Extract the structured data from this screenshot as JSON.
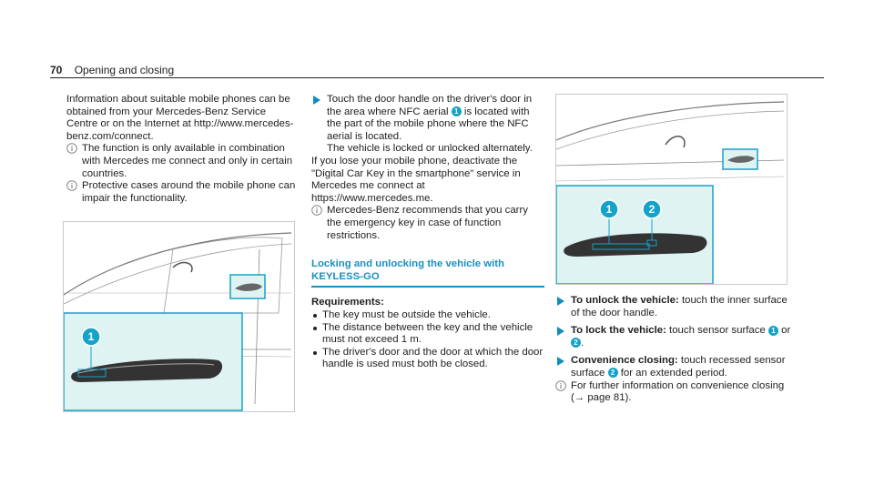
{
  "header": {
    "page_number": "70",
    "section_title": "Opening and closing"
  },
  "col1": {
    "intro": "Information about suitable mobile phones can be obtained from your Mercedes-Benz Service Centre or on the Internet at http://www.mercedes-benz.com/connect.",
    "note1": "The function is only available in combination with Mercedes me connect and only in certain countries.",
    "note2": "Protective cases around the mobile phone can impair the functionality."
  },
  "col2": {
    "step1_a": "Touch the door handle on the driver's door in the area where NFC aerial ",
    "step1_num": "1",
    "step1_b": " is located with the part of the mobile phone where the NFC aerial is located.",
    "step1_c": "The vehicle is locked or unlocked alternately.",
    "para": "If you lose your mobile phone, deactivate the \"Digital Car Key in the smartphone\" service in Mercedes me connect at https://www.mercedes.me.",
    "note": "Mercedes-Benz recommends that you carry the emergency key in case of function restrictions.",
    "heading": "Locking and unlocking the vehicle with KEYLESS-GO",
    "req_title": "Requirements:",
    "req": [
      "The key must be outside the vehicle.",
      "The distance between the key and the vehicle must not exceed 1 m.",
      "The driver's door and the door at which the door handle is used must both be closed."
    ]
  },
  "col3": {
    "s1_bold": "To unlock the vehicle:",
    "s1_text": " touch the inner surface of the door handle.",
    "s2_bold": "To lock the vehicle:",
    "s2_text_a": " touch sensor surface ",
    "s2_n1": "1",
    "s2_or": " or ",
    "s2_n2": "2",
    "s2_end": ".",
    "s3_bold": "Convenience closing:",
    "s3_text_a": " touch recessed sensor surface ",
    "s3_n": "2",
    "s3_text_b": " for an extended period.",
    "note": "For further information on convenience closing (→ page 81)."
  },
  "figure1": {
    "callout": "1"
  },
  "figure2": {
    "callout1": "1",
    "callout2": "2"
  },
  "colors": {
    "accent": "#14a3c8",
    "highlight": "#dff3f3"
  }
}
